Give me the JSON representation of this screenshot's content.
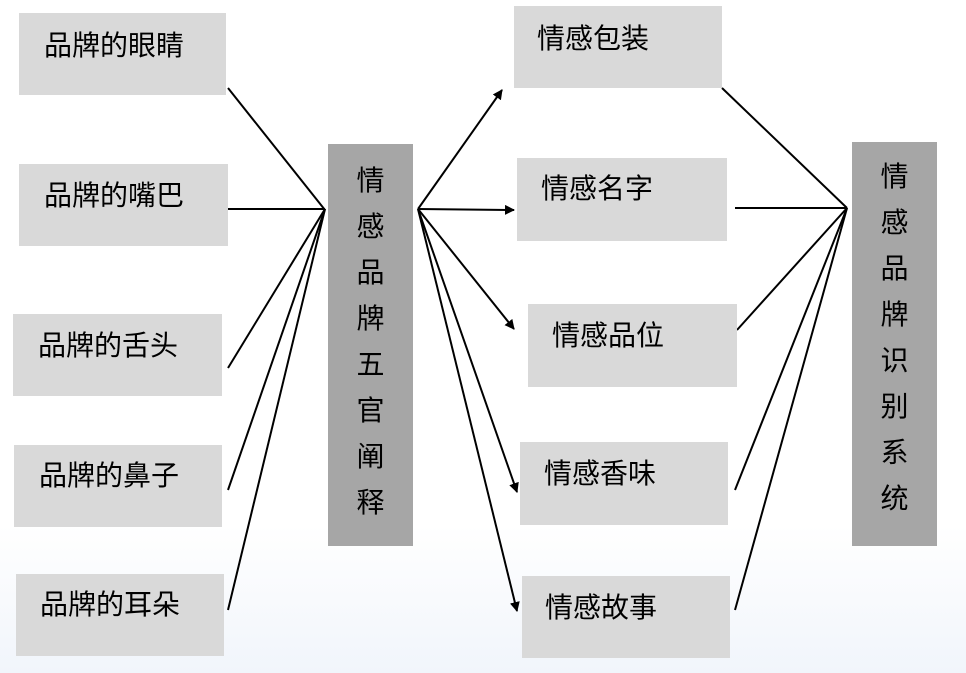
{
  "left_items": [
    "品牌的眼睛",
    "品牌的嘴巴",
    "品牌的舌头",
    "品牌的鼻子",
    "品牌的耳朵"
  ],
  "center_label": "情感品牌五官阐释",
  "right_items": [
    "情感包装",
    "情感名字",
    "情感品位",
    "情感香味",
    "情感故事"
  ],
  "far_right_label": "情感品牌识别系统"
}
